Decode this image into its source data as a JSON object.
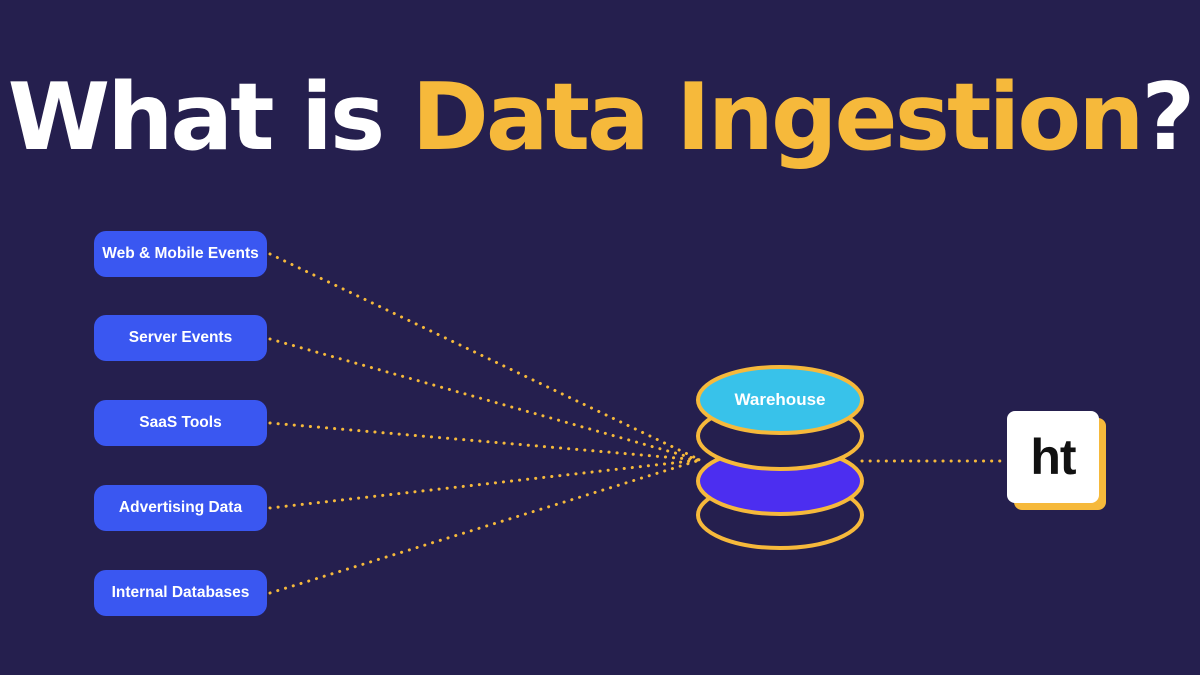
{
  "title": {
    "prefix": "What is ",
    "highlight": "Data Ingestion",
    "suffix": "?"
  },
  "sources": [
    {
      "label": "Web & Mobile Events"
    },
    {
      "label": "Server Events"
    },
    {
      "label": "SaaS Tools"
    },
    {
      "label": "Advertising Data"
    },
    {
      "label": "Internal Databases"
    }
  ],
  "warehouse": {
    "label": "Warehouse"
  },
  "destination": {
    "logo_text": "ht"
  },
  "colors": {
    "background": "#251f4e",
    "accent": "#f6b93b",
    "source_fill": "#3a57f1",
    "warehouse_top": "#38c2ea",
    "warehouse_band": "#4c2ef0",
    "title_text": "#ffffff"
  }
}
